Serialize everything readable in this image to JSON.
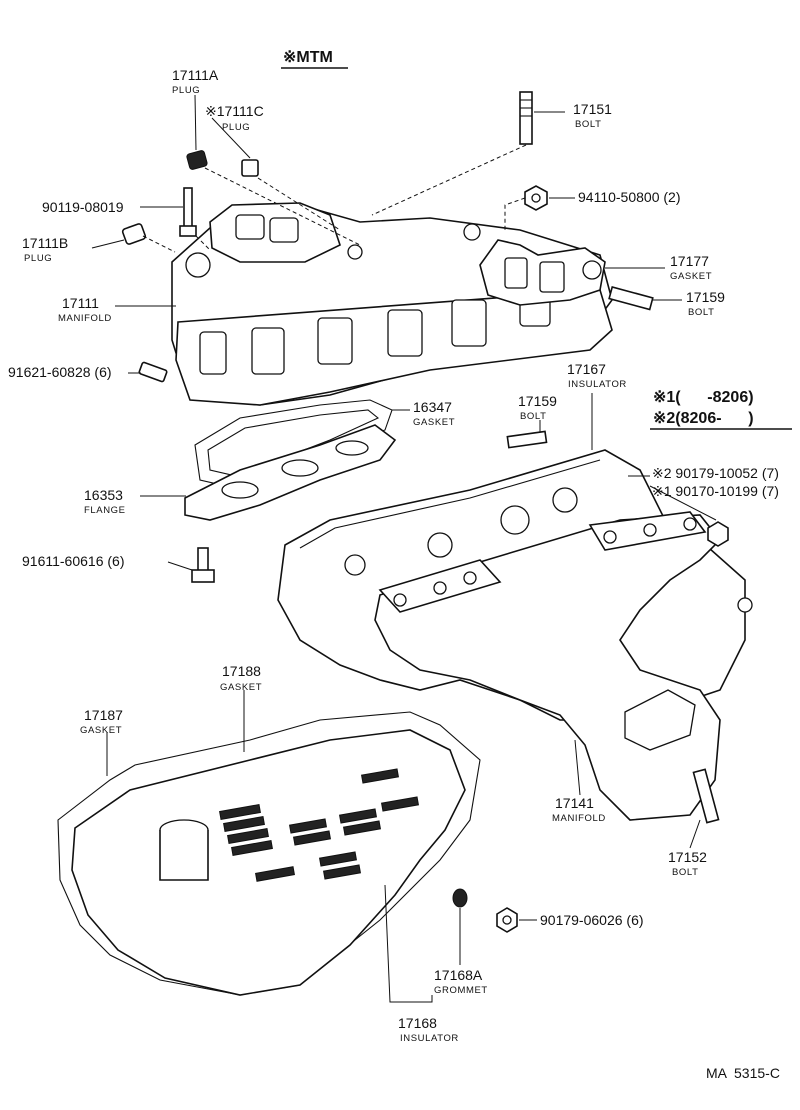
{
  "header": {
    "variant_note": "※MTM"
  },
  "legend": {
    "line1": "※1(      -8206)",
    "line2": "※2(8206-      )"
  },
  "footer": {
    "code": "MA  5315-C"
  },
  "callouts": [
    {
      "id": "17111A",
      "number": "17111A",
      "name": "PLUG"
    },
    {
      "id": "17111C",
      "number": "※17111C",
      "name": "PLUG"
    },
    {
      "id": "17151",
      "number": "17151",
      "name": "BOLT"
    },
    {
      "id": "90119",
      "number": "90119-08019",
      "name": ""
    },
    {
      "id": "94110",
      "number": "94110-50800 (2)",
      "name": ""
    },
    {
      "id": "17111B",
      "number": "17111B",
      "name": "PLUG"
    },
    {
      "id": "17177",
      "number": "17177",
      "name": "GASKET"
    },
    {
      "id": "17111",
      "number": "17111",
      "name": "MANIFOLD"
    },
    {
      "id": "17159a",
      "number": "17159",
      "name": "BOLT"
    },
    {
      "id": "91621",
      "number": "91621-60828 (6)",
      "name": ""
    },
    {
      "id": "17167",
      "number": "17167",
      "name": "INSULATOR"
    },
    {
      "id": "17159b",
      "number": "17159",
      "name": "BOLT"
    },
    {
      "id": "16347",
      "number": "16347",
      "name": "GASKET"
    },
    {
      "id": "90179a",
      "number": "※2 90179-10052 (7)",
      "name": ""
    },
    {
      "id": "90170",
      "number": "※1 90170-10199 (7)",
      "name": ""
    },
    {
      "id": "16353",
      "number": "16353",
      "name": "FLANGE"
    },
    {
      "id": "91611",
      "number": "91611-60616 (6)",
      "name": ""
    },
    {
      "id": "17188",
      "number": "17188",
      "name": "GASKET"
    },
    {
      "id": "17187",
      "number": "17187",
      "name": "GASKET"
    },
    {
      "id": "17141",
      "number": "17141",
      "name": "MANIFOLD"
    },
    {
      "id": "17152",
      "number": "17152",
      "name": "BOLT"
    },
    {
      "id": "90179b",
      "number": "90179-06026 (6)",
      "name": ""
    },
    {
      "id": "17168A",
      "number": "17168A",
      "name": "GROMMET"
    },
    {
      "id": "17168",
      "number": "17168",
      "name": "INSULATOR"
    }
  ]
}
